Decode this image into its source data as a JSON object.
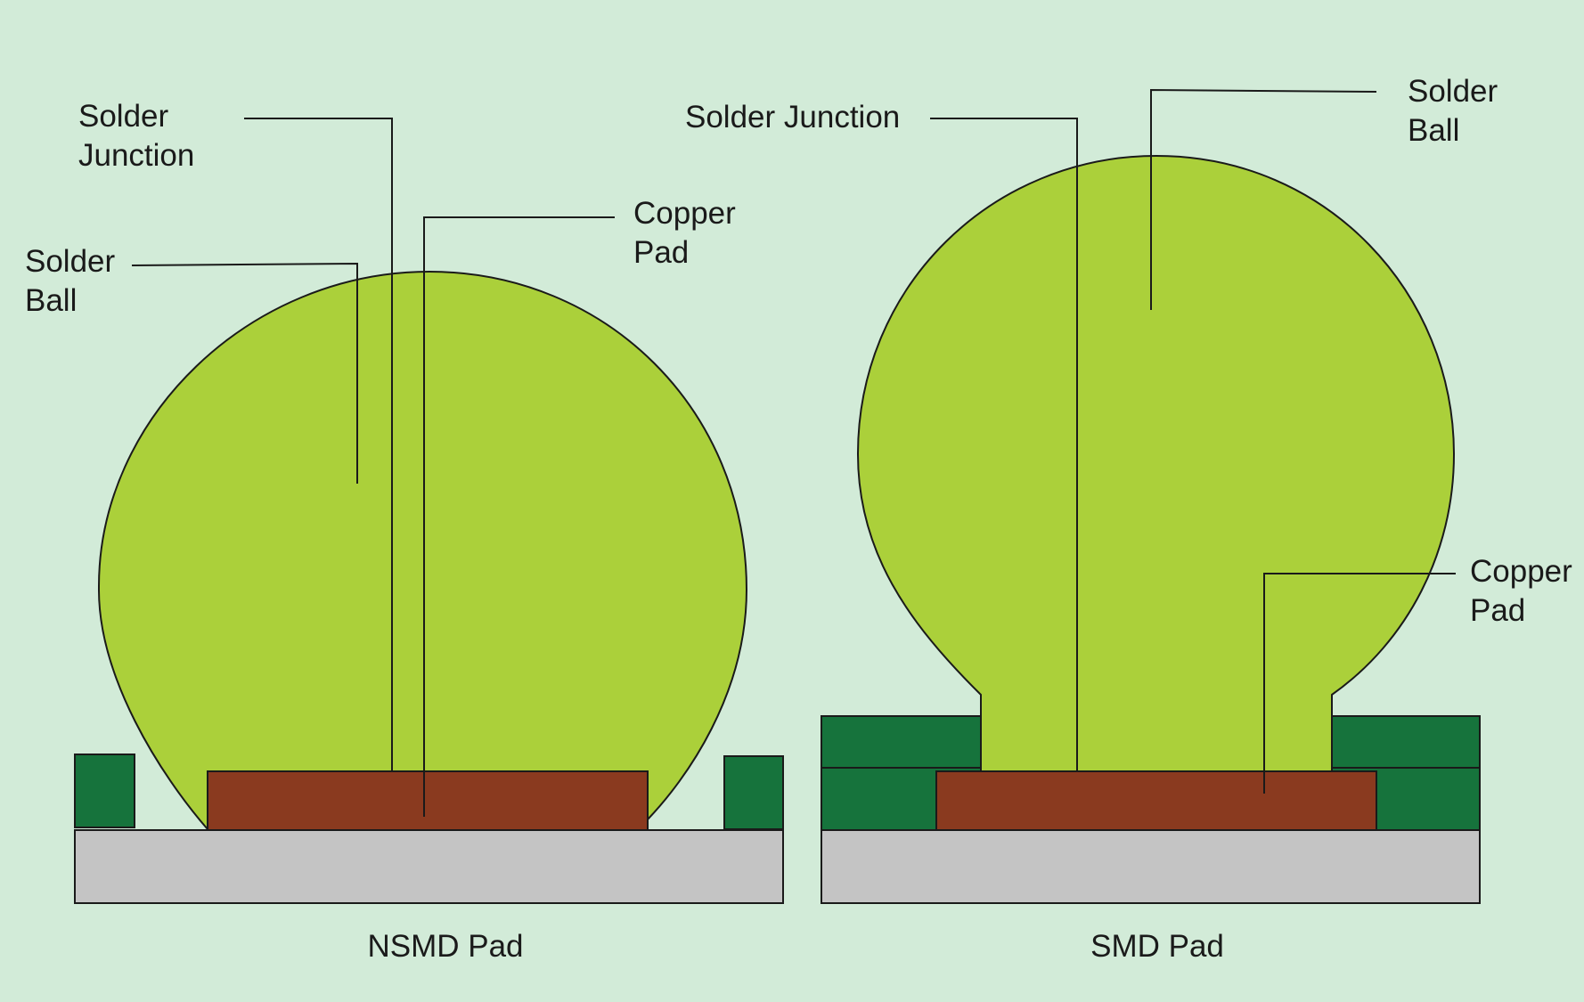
{
  "colors": {
    "background": "#d2ebd8",
    "solder": "#abd03a",
    "copper": "#8a3a1f",
    "solder_mask": "#16733c",
    "substrate": "#c4c4c4",
    "line": "#1a1a1a"
  },
  "nsmd": {
    "caption": "NSMD Pad",
    "solder_junction": {
      "line1": "Solder",
      "line2": "Junction"
    },
    "solder_ball": {
      "line1": "Solder",
      "line2": "Ball"
    },
    "copper_pad": {
      "line1": "Copper",
      "line2": "Pad"
    }
  },
  "smd": {
    "caption": "SMD Pad",
    "solder_junction": "Solder Junction",
    "solder_ball": {
      "line1": "Solder",
      "line2": "Ball"
    },
    "copper_pad": {
      "line1": "Copper",
      "line2": "Pad"
    }
  }
}
